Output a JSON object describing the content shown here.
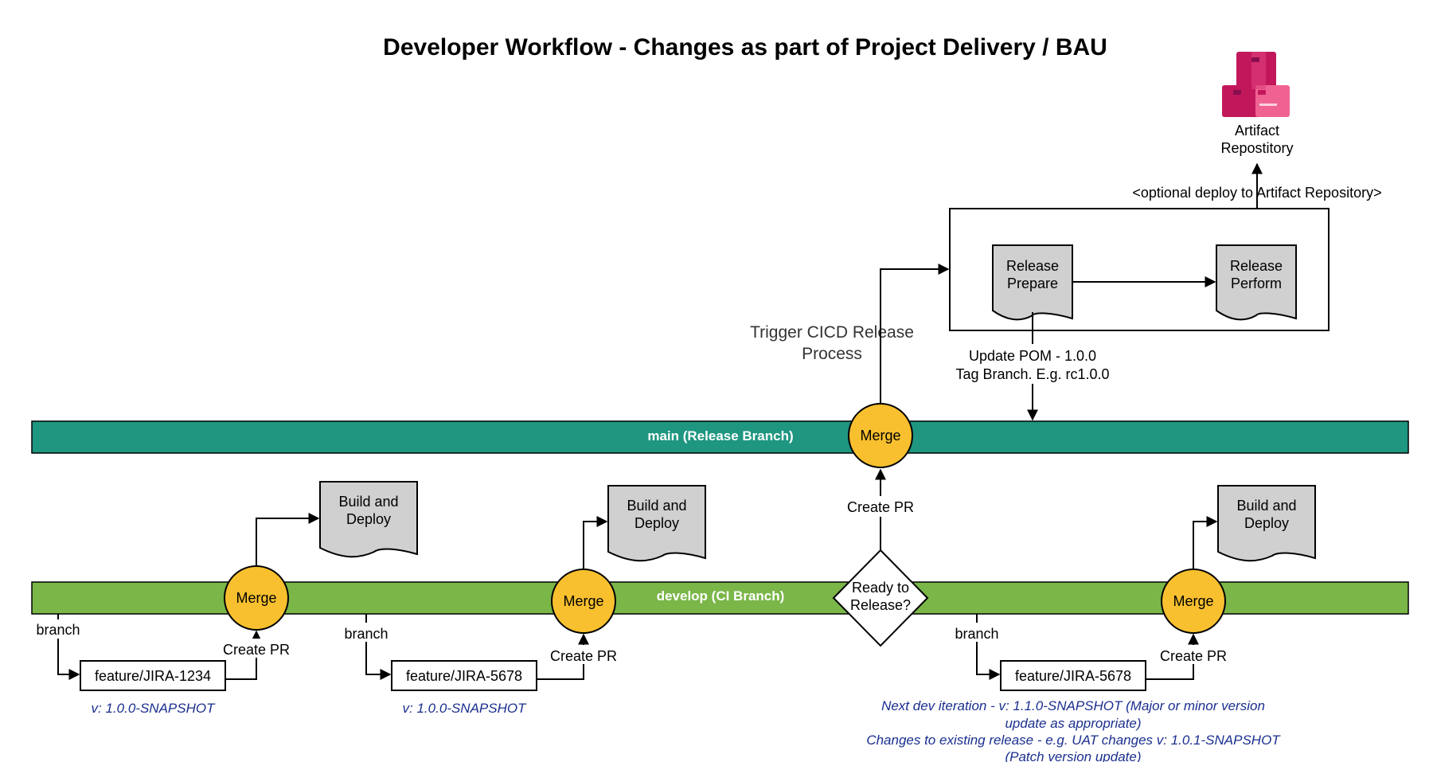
{
  "title": "Developer Workflow - Changes as part of Project Delivery / BAU",
  "colors": {
    "main_band": "#1e9680",
    "develop_band": "#7ab648",
    "merge_circle": "#f8c02f",
    "doc_fill": "#d0d0d0",
    "artifact_dark": "#c2185b",
    "artifact_mid": "#e0407e",
    "artifact_light": "#f06292",
    "note_blue": "#1a2f8f"
  },
  "icons": {
    "artifact_repository": "artifact-repository-icon"
  },
  "bands": {
    "main": "main (Release Branch)",
    "develop": "develop (CI Branch)"
  },
  "merge_label": "Merge",
  "build_deploy": [
    "Build and",
    "Deploy"
  ],
  "create_pr": "Create PR",
  "branch_label": "branch",
  "features": {
    "f1": "feature/JIRA-1234",
    "f2": "feature/JIRA-5678",
    "f3": "feature/JIRA-5678"
  },
  "versions": {
    "v1": "v: 1.0.0-SNAPSHOT",
    "v2": "v: 1.0.0-SNAPSHOT"
  },
  "notes": [
    "Next dev iteration - v: 1.1.0-SNAPSHOT (Major or minor version",
    "update as appropriate)",
    "Changes to existing release - e.g. UAT changes v: 1.0.1-SNAPSHOT",
    "(Patch version update)"
  ],
  "decision": [
    "Ready to",
    "Release?"
  ],
  "trigger": [
    "Trigger CICD Release",
    "Process"
  ],
  "release_prepare": [
    "Release",
    "Prepare"
  ],
  "release_perform": [
    "Release",
    "Perform"
  ],
  "update_pom": [
    "Update POM - 1.0.0",
    "Tag Branch. E.g. rc1.0.0"
  ],
  "optional_deploy": "<optional deploy to Artifact Repository>",
  "artifact": [
    "Artifact",
    "Repostitory"
  ]
}
